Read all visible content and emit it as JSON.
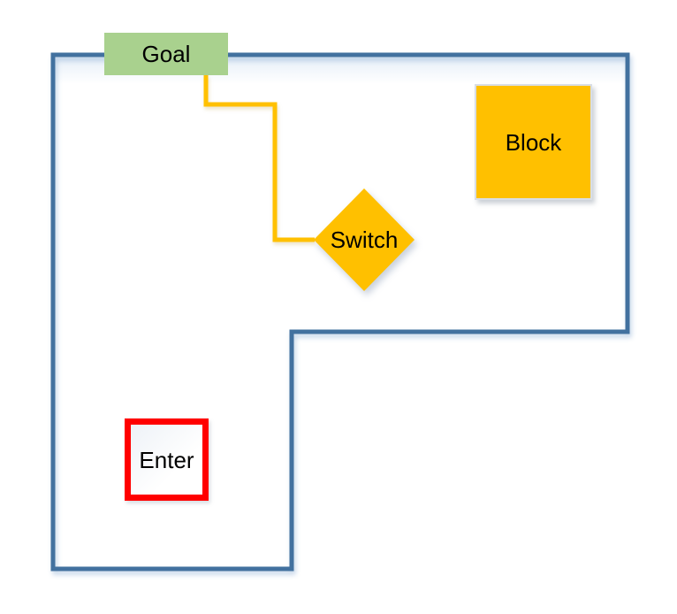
{
  "diagram": {
    "description": "L-shaped room map with entry, switch, block and goal",
    "shapes": {
      "goal": {
        "label": "Goal"
      },
      "block": {
        "label": "Block"
      },
      "switch": {
        "label": "Switch"
      },
      "enter": {
        "label": "Enter"
      }
    },
    "connector": {
      "from": "Goal",
      "to": "Switch"
    },
    "colors": {
      "room_outline_blue": "#42719f",
      "goal_green": "#a9d18e",
      "block_orange": "#ffc000",
      "switch_orange": "#ffc000",
      "connector_gold": "#ffc000",
      "enter_border_red": "#ff0000",
      "label_text": "#000000"
    }
  }
}
